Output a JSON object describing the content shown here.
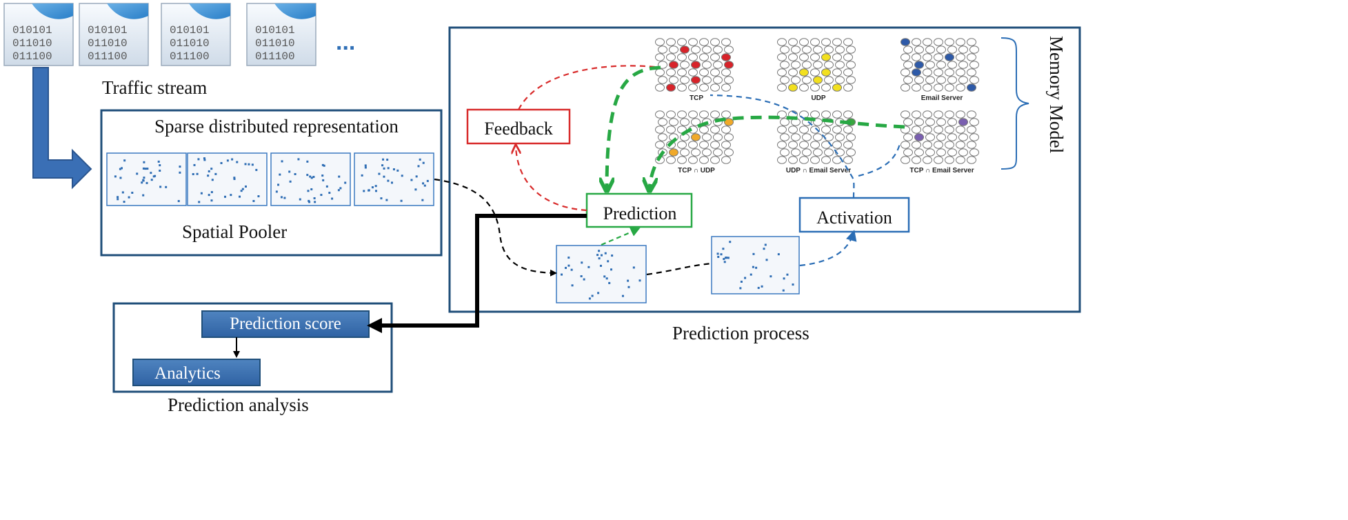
{
  "traffic": {
    "files": [
      {
        "lines": [
          "010101",
          "011010",
          "011100"
        ]
      },
      {
        "lines": [
          "010101",
          "011010",
          "011100"
        ]
      },
      {
        "lines": [
          "010101",
          "011010",
          "011100"
        ]
      },
      {
        "lines": [
          "010101",
          "011010",
          "011100"
        ]
      }
    ],
    "ellipsis": "...",
    "label": "Traffic stream"
  },
  "spatial_pooler": {
    "heading": "Sparse distributed representation",
    "label": "Spatial Pooler"
  },
  "analysis": {
    "score": "Prediction score",
    "analytics": "Analytics",
    "label": "Prediction analysis"
  },
  "process": {
    "label": "Prediction process",
    "memory_model": "Memory Model",
    "feedback": "Feedback",
    "prediction": "Prediction",
    "activation": "Activation"
  },
  "memory_grids": [
    {
      "label": "TCP",
      "color": "#d8232a"
    },
    {
      "label": "UDP",
      "color": "#f2e01f"
    },
    {
      "label": "Email Server",
      "color": "#2e5aa8"
    },
    {
      "label": "TCP ∩ UDP",
      "color": "#f0a92a"
    },
    {
      "label": "UDP ∩ Email Server",
      "color": "#3aa640"
    },
    {
      "label": "TCP ∩ Email Server",
      "color": "#7a5fb0"
    }
  ],
  "colors": {
    "frame": "#1f4e79",
    "feedback": "#d82a2a",
    "prediction": "#27a844",
    "activation": "#2a6db5",
    "analysis_box": "#3f72af"
  }
}
